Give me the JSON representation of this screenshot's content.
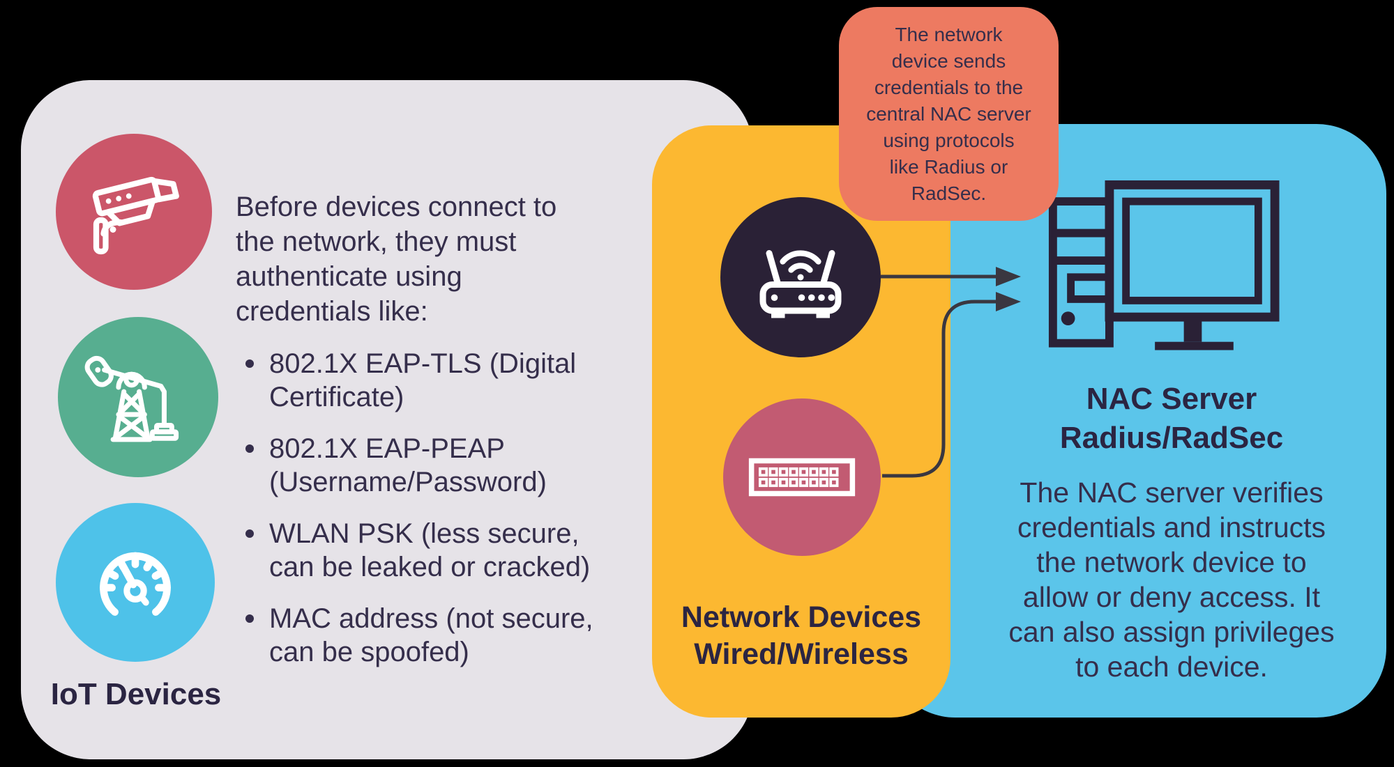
{
  "left_panel": {
    "intro": "Before devices connect to\nthe network, they must\nauthenticate using\ncredentials like:",
    "bullets": [
      "802.1X EAP-TLS (Digital\nCertificate)",
      "802.1X EAP-PEAP\n(Username/Password)",
      "WLAN PSK (less secure,\ncan be leaked or cracked)",
      "MAC address (not secure,\ncan be spoofed)"
    ],
    "label": "IoT Devices",
    "icons": [
      "cctv-camera-icon",
      "oil-pumpjack-icon",
      "gauge-icon"
    ]
  },
  "middle_panel": {
    "label": "Network Devices\nWired/Wireless",
    "icons": [
      "wifi-router-icon",
      "ethernet-switch-icon"
    ]
  },
  "callout": {
    "text": "The network\ndevice sends\ncredentials to the\ncentral NAC server\nusing protocols\nlike Radius or\nRadSec."
  },
  "right_panel": {
    "title": "NAC Server\nRadius/RadSec",
    "body": "The NAC server verifies\ncredentials and instructs\nthe network device to\nallow or deny access. It\ncan also assign privileges\nto each device.",
    "icon": "desktop-computer-icon"
  },
  "colors": {
    "background": "#000000",
    "left_panel_bg": "#E6E3E8",
    "middle_panel_bg": "#FCB831",
    "right_panel_bg": "#5BC5EA",
    "callout_bg": "#ED7A61",
    "text_dark": "#352E4B",
    "heading_dark": "#2B2542",
    "circle_red": "#CB5669",
    "circle_green": "#57AE90",
    "circle_blue": "#4EC2E9",
    "circle_dark_navy": "#2A2136",
    "circle_pink": "#C25B72",
    "arrow": "#3A3740",
    "icon_white": "#FFFFFF",
    "computer_icon": "#2A2136"
  }
}
